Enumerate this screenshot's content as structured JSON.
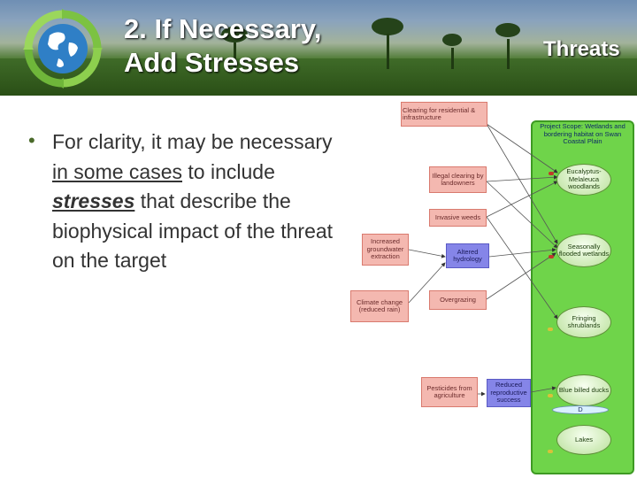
{
  "slide": {
    "title_line1": "2. If Necessary,",
    "title_line2": "Add Stresses",
    "corner_label": "Threats",
    "bullet_before": "For clarity, it may be necessary ",
    "bullet_underlined": "in some cases",
    "bullet_middle": " to include ",
    "bullet_emphasis": "stresses",
    "bullet_after": " that describe  the biophysical impact of the threat on the target"
  },
  "diagram": {
    "scope": "Project Scope: Wetlands and bordering habitat on Swan Coastal Plain",
    "threats": [
      "Clearing for residential & infrastructure",
      "Illegal clearing by landowners",
      "Invasive weeds",
      "Increased groundwater extraction",
      "Overgrazing",
      "Climate change (reduced rain)",
      "Pesticides from agriculture"
    ],
    "stresses": [
      "Altered hydrology",
      "Reduced reproductive success"
    ],
    "targets": [
      "Eucalyptus-Melaleuca woodlands",
      "Seasonally flooded wetlands",
      "Fringing shrublands",
      "Blue billed ducks",
      "Lakes"
    ],
    "sub_target_label": "D"
  },
  "colors": {
    "threat_fill": "#f4b8b0",
    "stress_fill": "#8585e8",
    "scope_fill": "#6fd44a",
    "title_text": "#ffffff"
  }
}
